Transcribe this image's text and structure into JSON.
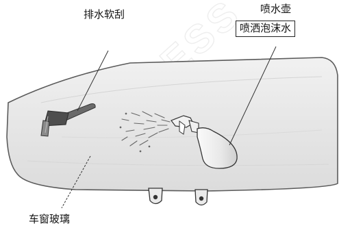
{
  "labels": {
    "squeegee": "排水软刮",
    "spray_bottle": "喷水壶",
    "foam": "喷洒泡沫水",
    "window": "车窗玻璃"
  },
  "watermark": "ACCESS",
  "colors": {
    "glass_fill": "#e9e9e9",
    "glass_edge": "#5a5a5a",
    "leader_line": "#333333",
    "text": "#111111"
  },
  "icons": [
    "squeegee-icon",
    "spray-bottle-icon",
    "spray-mist-icon",
    "window-clip-icon"
  ]
}
